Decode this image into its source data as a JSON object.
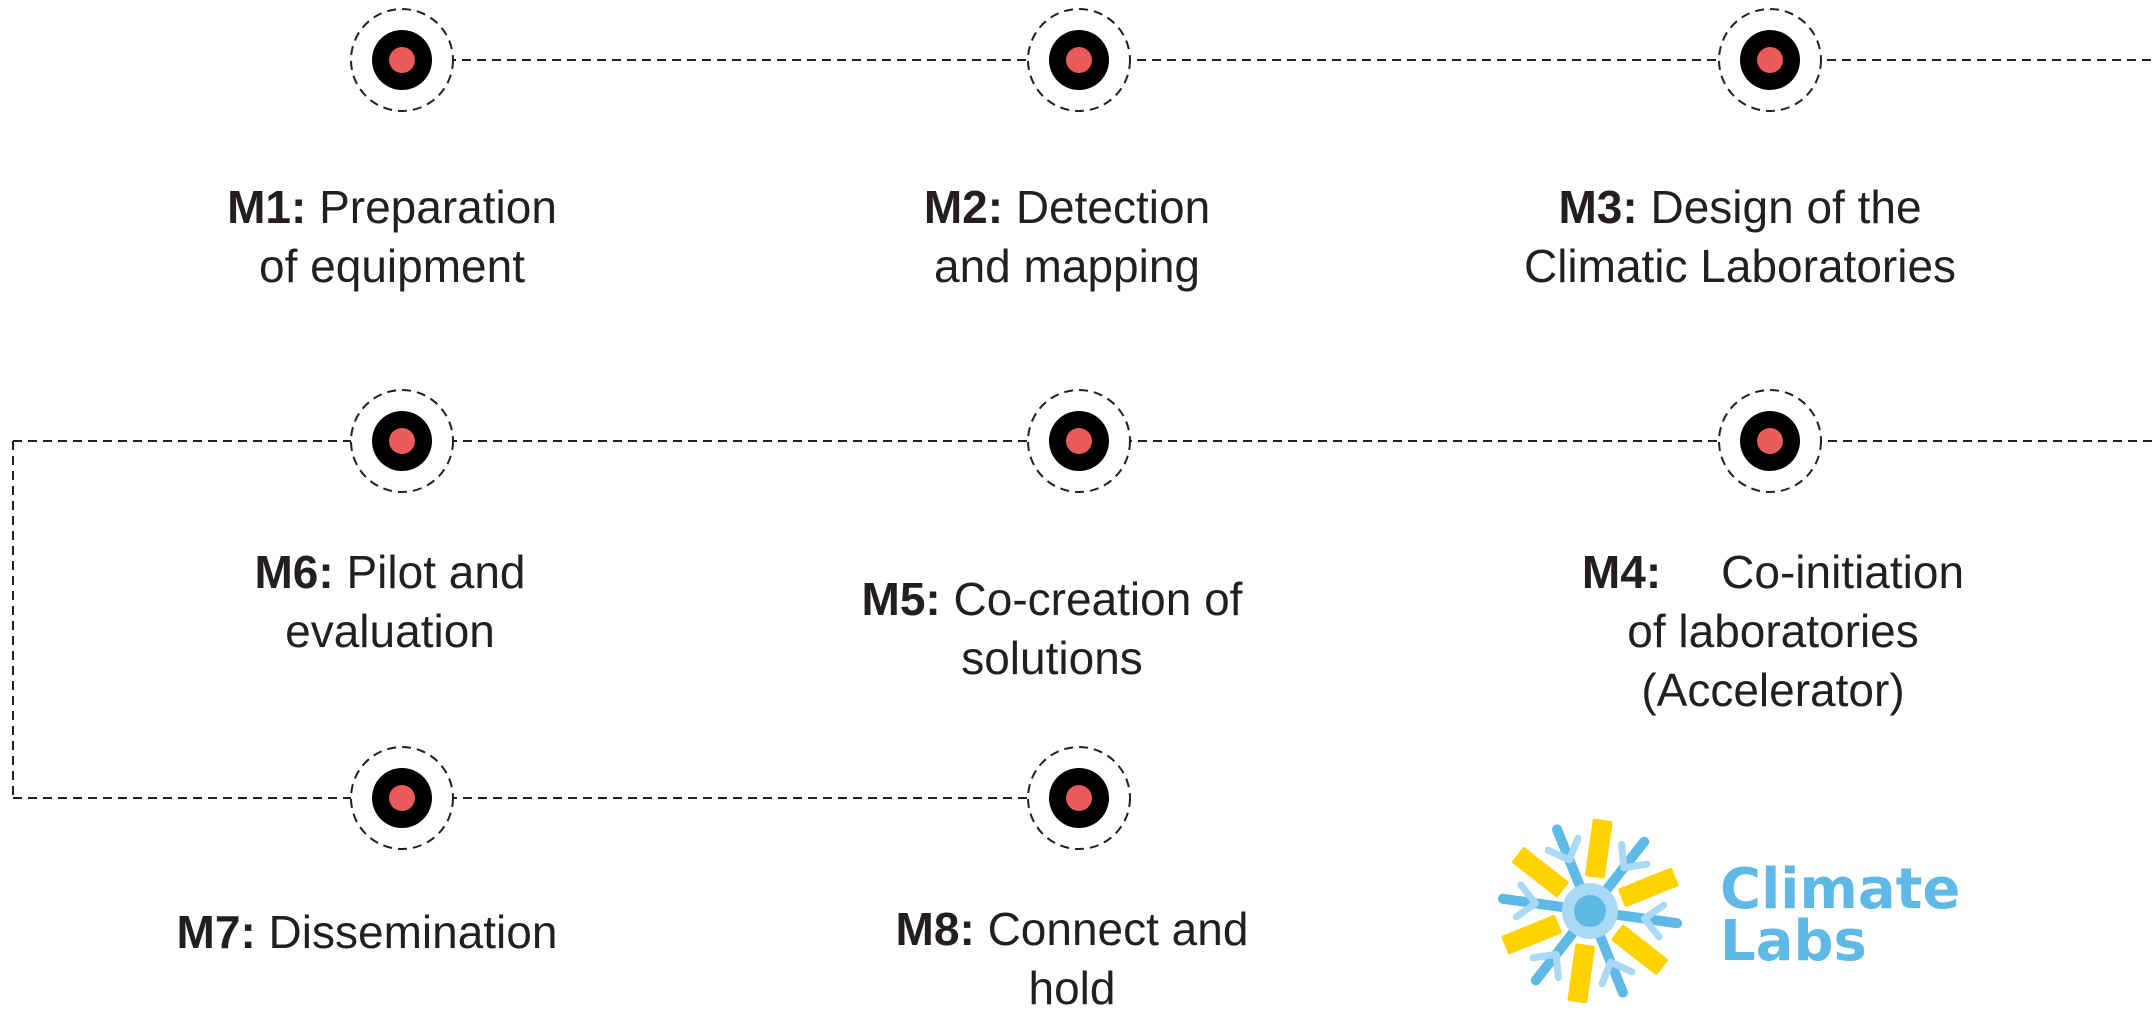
{
  "milestones": [
    {
      "id": "m1",
      "code": "M1:",
      "lines": [
        "Preparation",
        "of equipment"
      ]
    },
    {
      "id": "m2",
      "code": "M2:",
      "lines": [
        "Detection",
        "and mapping"
      ]
    },
    {
      "id": "m3",
      "code": "M3:",
      "lines": [
        "Design of the",
        "Climatic Laboratories"
      ]
    },
    {
      "id": "m4",
      "code": "M4:",
      "lines": [
        "Co-initiation",
        "of laboratories",
        "(Accelerator)"
      ]
    },
    {
      "id": "m5",
      "code": "M5:",
      "lines": [
        "Co-creation of",
        "solutions"
      ]
    },
    {
      "id": "m6",
      "code": "M6:",
      "lines": [
        "Pilot and",
        "evaluation"
      ]
    },
    {
      "id": "m7",
      "code": "M7:",
      "lines": [
        "Dissemination"
      ]
    },
    {
      "id": "m8",
      "code": "M8:",
      "lines": [
        "Connect and",
        "hold"
      ]
    }
  ],
  "logo": {
    "line1": "Climate",
    "line2": "Labs"
  },
  "colors": {
    "marker_outer": "#000000",
    "marker_inner": "#e95a5a",
    "connector": "#231f20",
    "logo_yellow": "#ffd200",
    "logo_blue": "#5fb9e6",
    "logo_light_blue": "#a9d9f4"
  },
  "icons": {
    "milestone_marker": "target-dot-icon",
    "logo_mark": "snowflake-sun-icon"
  }
}
